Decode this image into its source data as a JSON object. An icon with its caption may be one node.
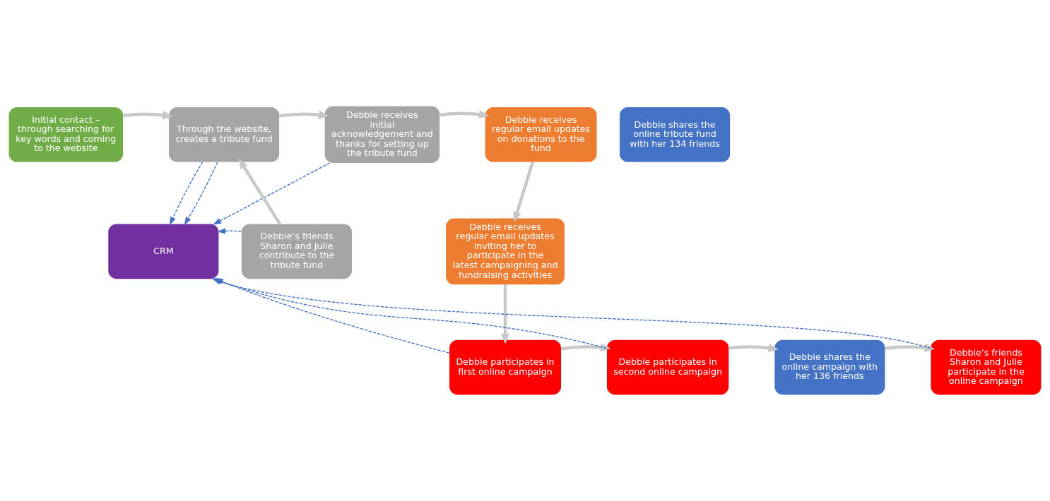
{
  "diagram": {
    "nodes": [
      {
        "text": [
          "Initial contact – through searching for key words and coming to the website"
        ]
      },
      {
        "text": [
          "Through the website, creates a tribute fund"
        ]
      },
      {
        "text": [
          "Debbie receives initial acknowledgement and thanks for setting up the tribute fund"
        ]
      },
      {
        "text": [
          "Debbie receives regular email updates on donations to the fund"
        ]
      },
      {
        "text": [
          "Debbie shares the online tribute fund with her 134 friends"
        ]
      },
      {
        "text": [
          "Debbie’s friends Sharon and Julie contribute to the tribute fund"
        ]
      },
      {
        "text": [
          "CRM"
        ]
      },
      {
        "text": [
          "Debbie receives regular email updates inviting her to participate in the latest campaigning and fundraising activities"
        ]
      },
      {
        "text": [
          "Debbie participates in first online campaign"
        ]
      },
      {
        "text": [
          "Debbie participates in second online campaign"
        ]
      },
      {
        "text": [
          "Debbie shares the online campaign with her 136 friends"
        ]
      },
      {
        "text": [
          "Debbie’s friends Sharon and Julie participate in the online campaign"
        ]
      }
    ],
    "edges": [
      {
        "from": 0,
        "to": 1,
        "arrow": "to"
      },
      {
        "from": 1,
        "to": 2,
        "arrow": "to"
      },
      {
        "from": 2,
        "to": 3,
        "arrow": "to"
      },
      {
        "from": 3,
        "to": 7,
        "arrow": "to"
      },
      {
        "from": 7,
        "to": 8,
        "arrow": "to"
      },
      {
        "from": 8,
        "to": 9,
        "arrow": "to"
      },
      {
        "from": 9,
        "to": 10,
        "arrow": "to"
      },
      {
        "from": 10,
        "to": 11,
        "arrow": "to"
      },
      {
        "from": 5,
        "to": 1,
        "arrow": "to"
      },
      {
        "from": 2,
        "to": 6,
        "arrow": "to",
        "style": "dashed",
        "color": "#4472c4"
      },
      {
        "from": 1,
        "to": 6,
        "arrow": "to",
        "style": "dashed",
        "color": "#4472c4"
      },
      {
        "from": 1,
        "to": 6,
        "arrow": "to",
        "style": "dashed",
        "color": "#4472c4"
      },
      {
        "from": 5,
        "to": 6,
        "arrow": "to",
        "style": "dashed",
        "color": "#4472c4"
      },
      {
        "from": 11,
        "to": 6,
        "arrow": "to",
        "style": "dashed",
        "color": "#4472c4"
      },
      {
        "from": 9,
        "to": 6,
        "arrow": "to",
        "style": "dashed",
        "color": "#4472c4"
      },
      {
        "from": 8,
        "to": 6,
        "arrow": "to",
        "style": "dashed",
        "color": "#4472c4"
      }
    ]
  }
}
